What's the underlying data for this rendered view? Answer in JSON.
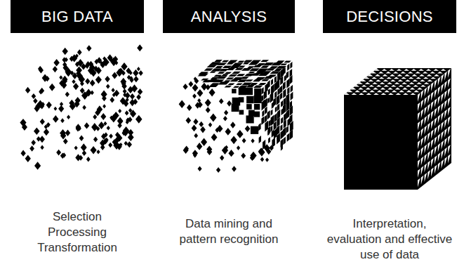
{
  "diagram": {
    "nodes": [
      {
        "text": [
          "BIG DATA"
        ]
      },
      {
        "text": [
          "ANALYSIS"
        ]
      },
      {
        "text": [
          "DECISIONS"
        ]
      }
    ],
    "labels": [
      "Selection Processing Transformation",
      "Data mining and pattern recognition",
      "Interpretation, evaluation and effective use of data"
    ]
  }
}
